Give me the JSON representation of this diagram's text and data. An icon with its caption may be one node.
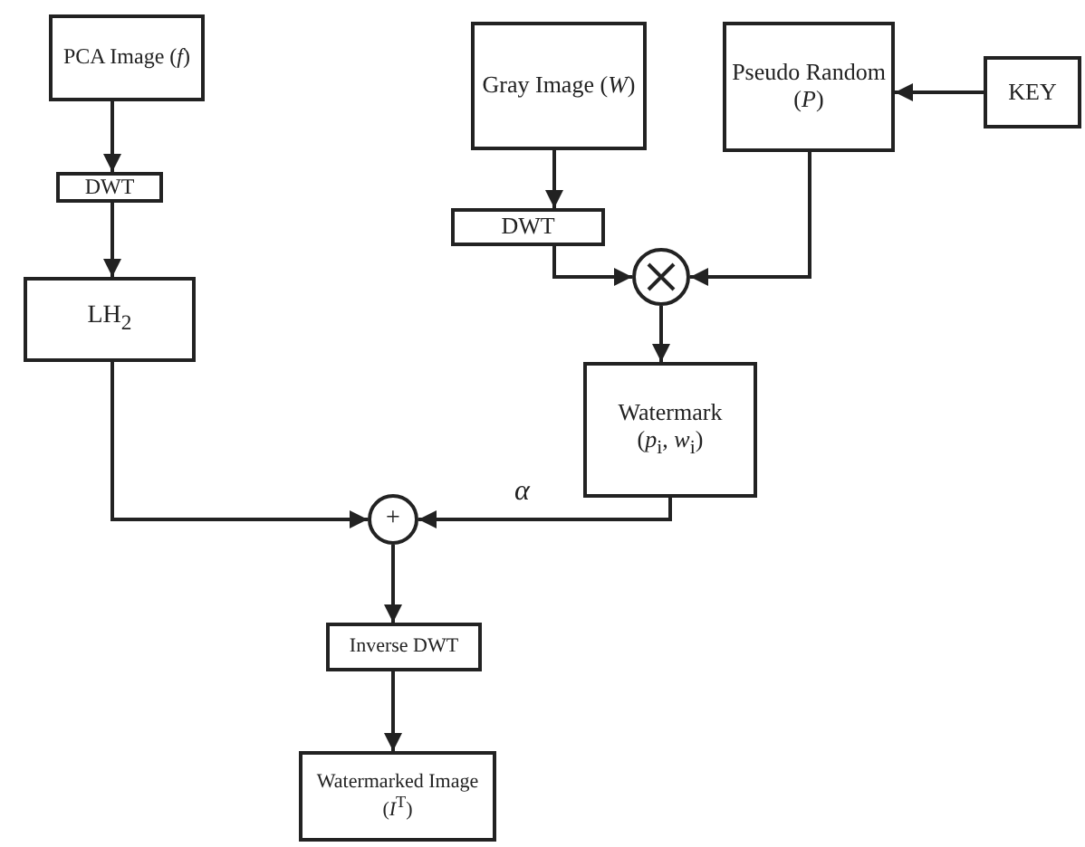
{
  "diagram": {
    "nodes": [
      {
        "text": [
          "PCA Image (*f*)"
        ]
      },
      {
        "text": [
          "DWT"
        ]
      },
      {
        "text": [
          "LH$_{2}$"
        ]
      },
      {
        "text": [
          "Gray Image (*W*)"
        ]
      },
      {
        "text": [
          "Pseudo Random (*P*)"
        ]
      },
      {
        "text": [
          "KEY"
        ]
      },
      {
        "text": [
          "DWT"
        ]
      },
      {
        "text": [],
        "shape": "circle"
      },
      {
        "text": [
          "Watermark",
          "(*p*$_{i}$, *w*$_{i}$)"
        ]
      },
      {
        "text": [
          "+"
        ]
      },
      {
        "text": [
          "Inverse DWT"
        ]
      },
      {
        "text": [
          "Watermarked Image (*I*$^{T}$)"
        ]
      }
    ],
    "edges": [
      {
        "from": 0,
        "to": 1,
        "arrow": "to"
      },
      {
        "from": 1,
        "to": 2,
        "arrow": "to"
      },
      {
        "from": 2,
        "to": 9,
        "arrow": "to"
      },
      {
        "from": 3,
        "to": 6,
        "arrow": "to"
      },
      {
        "from": 6,
        "to": 7,
        "arrow": "to"
      },
      {
        "from": 5,
        "to": 4,
        "arrow": "to"
      },
      {
        "from": 4,
        "to": 7,
        "arrow": "to"
      },
      {
        "from": 7,
        "to": 8,
        "arrow": "to"
      },
      {
        "from": 8,
        "to": 9,
        "arrow": "to",
        "label": "α"
      },
      {
        "from": 9,
        "to": 10,
        "arrow": "to"
      },
      {
        "from": 10,
        "to": 11,
        "arrow": "to"
      }
    ]
  }
}
